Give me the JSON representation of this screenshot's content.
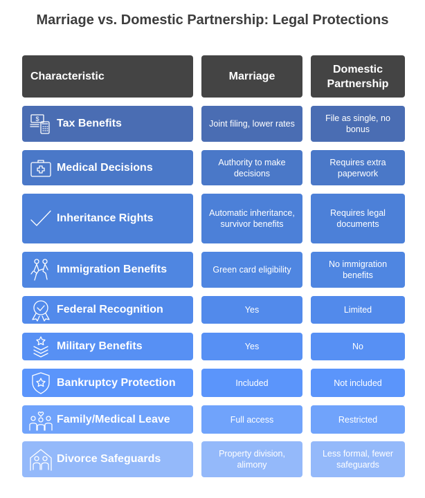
{
  "title": "Marriage vs. Domestic Partnership: Legal Protections",
  "headers": {
    "characteristic": "Characteristic",
    "marriage": "Marriage",
    "domestic": "Domestic Partnership"
  },
  "rows": [
    {
      "label": "Tax Benefits",
      "icon": "tax-calculator-icon",
      "marriage": "Joint filing, lower rates",
      "domestic": "File as single, no bonus",
      "color": "#4a6db3"
    },
    {
      "label": "Medical Decisions",
      "icon": "medical-kit-icon",
      "marriage": "Authority to make decisions",
      "domestic": "Requires extra paperwork",
      "color": "#4a78c8"
    },
    {
      "label": "Inheritance Rights",
      "icon": "checkmark-icon",
      "marriage": "Automatic inheritance, survivor benefits",
      "domestic": "Requires legal documents",
      "color": "#4c80d8"
    },
    {
      "label": "Immigration Benefits",
      "icon": "people-walking-icon",
      "marriage": "Green card eligibility",
      "domestic": "No immigration benefits",
      "color": "#4f86e1"
    },
    {
      "label": "Federal Recognition",
      "icon": "award-badge-icon",
      "marriage": "Yes",
      "domestic": "Limited",
      "color": "#528aeb"
    },
    {
      "label": "Military Benefits",
      "icon": "military-chevron-icon",
      "marriage": "Yes",
      "domestic": "No",
      "color": "#5790f4"
    },
    {
      "label": "Bankruptcy Protection",
      "icon": "shield-star-icon",
      "marriage": "Included",
      "domestic": "Not included",
      "color": "#5b95fb"
    },
    {
      "label": "Family/Medical Leave",
      "icon": "family-icon",
      "marriage": "Full access",
      "domestic": "Restricted",
      "color": "#70a3fb"
    },
    {
      "label": "Divorce Safeguards",
      "icon": "home-family-icon",
      "marriage": "Property division, alimony",
      "domestic": "Less formal, fewer safeguards",
      "color": "#94b9fa"
    }
  ]
}
